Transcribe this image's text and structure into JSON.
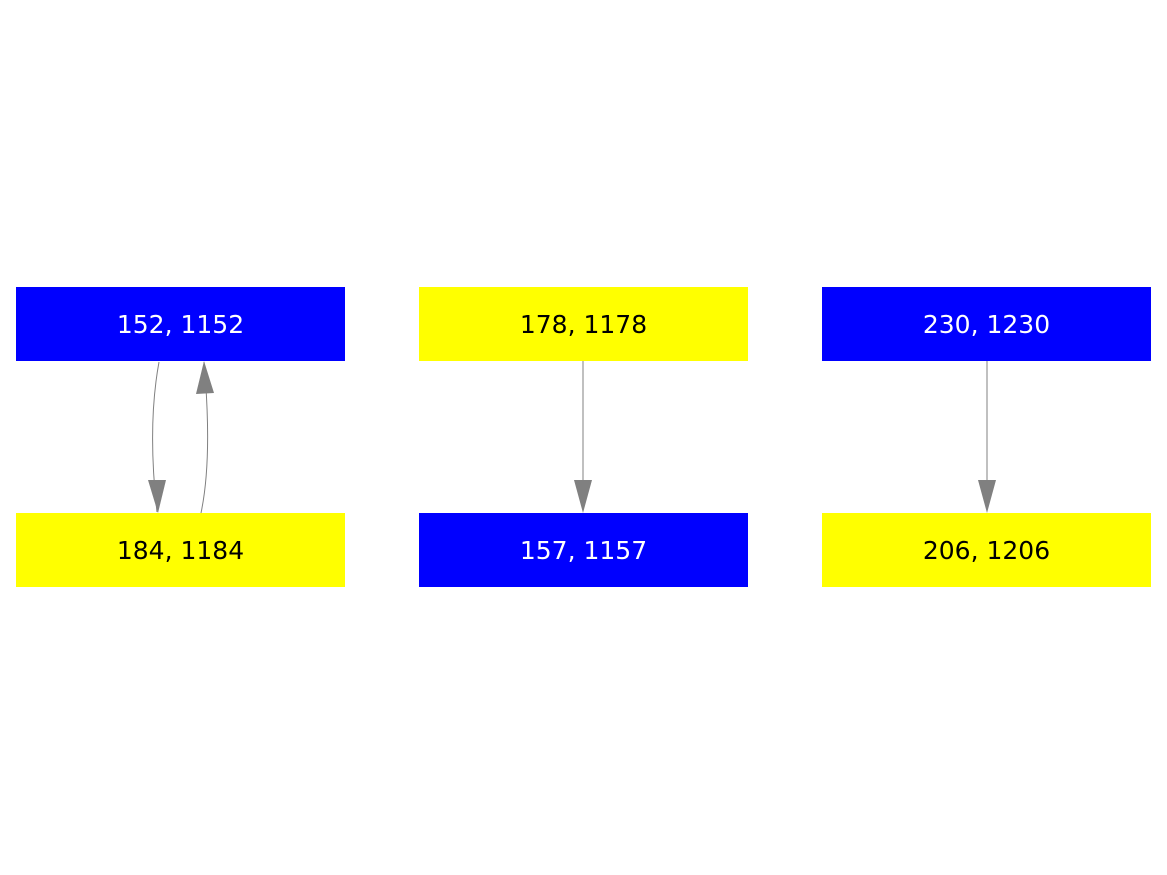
{
  "nodes": [
    {
      "id": "n152",
      "label": "152, 1152",
      "fill": "#0000ff",
      "text_color": "#ffffff"
    },
    {
      "id": "n184",
      "label": "184, 1184",
      "fill": "#ffff00",
      "text_color": "#000000"
    },
    {
      "id": "n178",
      "label": "178, 1178",
      "fill": "#ffff00",
      "text_color": "#000000"
    },
    {
      "id": "n157",
      "label": "157, 1157",
      "fill": "#0000ff",
      "text_color": "#ffffff"
    },
    {
      "id": "n230",
      "label": "230, 1230",
      "fill": "#0000ff",
      "text_color": "#ffffff"
    },
    {
      "id": "n206",
      "label": "206, 1206",
      "fill": "#ffff00",
      "text_color": "#000000"
    }
  ],
  "edges": [
    {
      "from": "152, 1152",
      "to": "184, 1184"
    },
    {
      "from": "184, 1184",
      "to": "152, 1152"
    },
    {
      "from": "178, 1178",
      "to": "157, 1157"
    },
    {
      "from": "230, 1230",
      "to": "206, 1206"
    }
  ],
  "edge_color": "#808080"
}
